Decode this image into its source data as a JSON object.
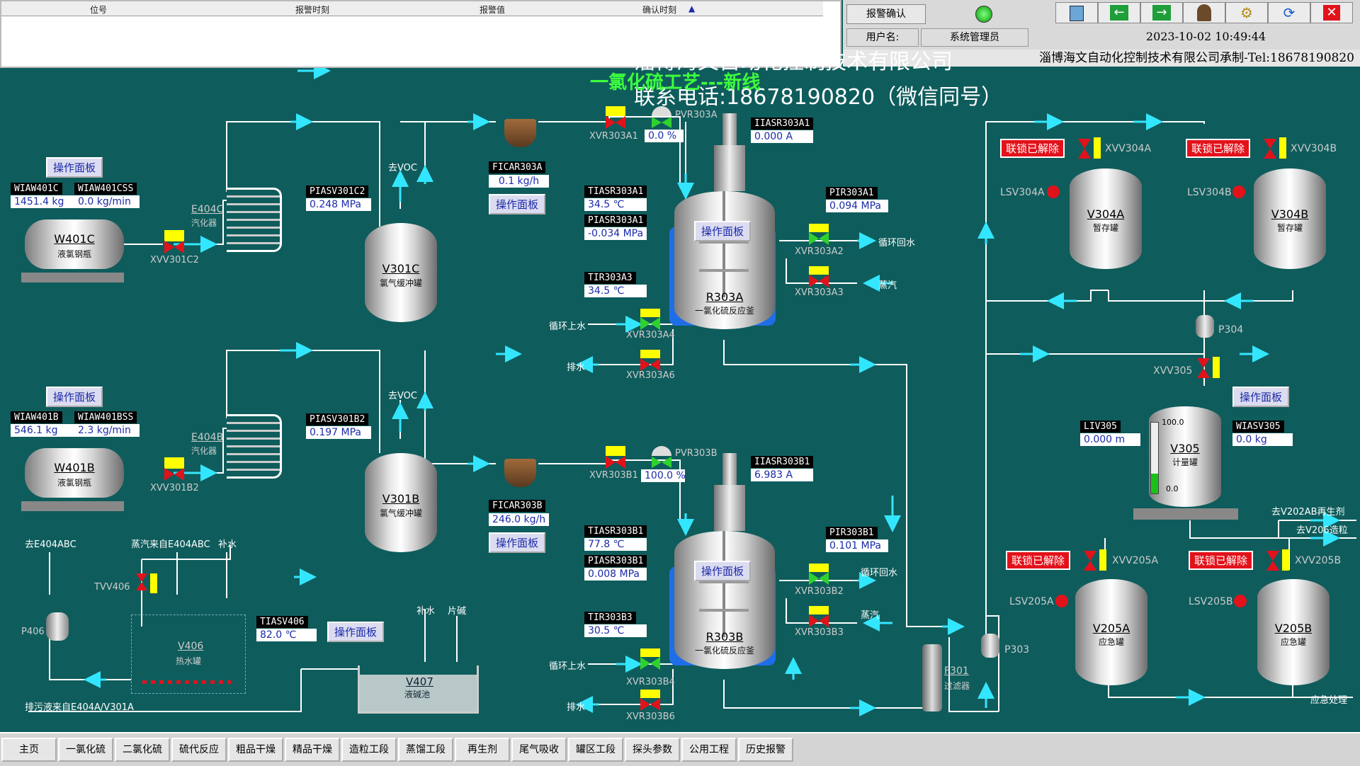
{
  "alarm": {
    "col_tag": "位号",
    "col_time": "报警时刻",
    "col_value": "报警值",
    "col_ack": "确认时刻",
    "ack_button": "报警确认",
    "user_label": "用户名:",
    "user_name": "系统管理员",
    "datetime": "2023-10-02 10:49:44",
    "company_banner": "淄博海文自动化控制技术有限公司承制-Tel:18678190820"
  },
  "watermark": {
    "company": "淄博海文自动化控制技术有限公司",
    "phone": "联系电话:18678190820（微信同号）"
  },
  "title": "一氯化硫工艺---新线",
  "common": {
    "op_panel": "操作面板",
    "lock_released": "联锁已解除"
  },
  "left": {
    "W401C": {
      "name": "W401C",
      "desc": "液氯钢瓶",
      "tag1": "WIAW401C",
      "val1": "1451.4 kg",
      "tag2": "WIAW401CSS",
      "val2": "0.0 kg/min"
    },
    "W401B": {
      "name": "W401B",
      "desc": "液氯钢瓶",
      "tag1": "WIAW401B",
      "val1": "546.1 kg",
      "tag2": "WIAW401BSS",
      "val2": "2.3 kg/min"
    },
    "E404C": {
      "name": "E404C",
      "desc": "汽化器"
    },
    "E404B": {
      "name": "E404B",
      "desc": "汽化器"
    },
    "XVV301C2": "XVV301C2",
    "XVV301B2": "XVV301B2",
    "PIASV301C2": {
      "tag": "PIASV301C2",
      "val": "0.248 MPa"
    },
    "PIASV301B2": {
      "tag": "PIASV301B2",
      "val": "0.197 MPa"
    },
    "V301C": {
      "name": "V301C",
      "desc": "氯气缓冲罐"
    },
    "V301B": {
      "name": "V301B",
      "desc": "氯气缓冲罐"
    },
    "to_voc": "去VOC",
    "to_e404abc": "去E404ABC",
    "steam_from": "蒸汽来自E404ABC",
    "makeup_water": "补水",
    "TVV406": "TVV406",
    "P406": "P406",
    "V406": {
      "name": "V406",
      "desc": "热水罐"
    },
    "TIASV406": {
      "tag": "TIASV406",
      "val": "82.0 ℃"
    },
    "makeup_water2": "补水",
    "caustic": "片碱",
    "V407": {
      "name": "V407",
      "desc": "液碱池"
    },
    "drain_from": "排污液来自E404A/V301A"
  },
  "mid": {
    "FICAR303A": {
      "tag": "FICAR303A",
      "val": "0.1 kg/h"
    },
    "FICAR303B": {
      "tag": "FICAR303B",
      "val": "246.0 kg/h"
    },
    "XVR303A1": "XVR303A1",
    "XVR303B1": "XVR303B1",
    "PVR303A": {
      "tag": "PVR303A",
      "val": "0.0 %"
    },
    "PVR303B": {
      "tag": "PVR303B",
      "val": "100.0 %"
    },
    "IIASR303A1": {
      "tag": "IIASR303A1",
      "val": "0.000 A"
    },
    "IIASR303B1": {
      "tag": "IIASR303B1",
      "val": "6.983 A"
    },
    "TIASR303A1": {
      "tag": "TIASR303A1",
      "val": "34.5 ℃"
    },
    "PIASR303A1": {
      "tag": "PIASR303A1",
      "val": "-0.034 MPa"
    },
    "TIR303A3": {
      "tag": "TIR303A3",
      "val": "34.5 ℃"
    },
    "TIASR303B1": {
      "tag": "TIASR303B1",
      "val": "77.8 ℃"
    },
    "PIASR303B1": {
      "tag": "PIASR303B1",
      "val": "0.008 MPa"
    },
    "TIR303B3": {
      "tag": "TIR303B3",
      "val": "30.5 ℃"
    },
    "PIR303A1": {
      "tag": "PIR303A1",
      "val": "0.094 MPa"
    },
    "PIR303B1": {
      "tag": "PIR303B1",
      "val": "0.101 MPa"
    },
    "R303A": {
      "name": "R303A",
      "desc": "一氯化硫反应釜"
    },
    "R303B": {
      "name": "R303B",
      "desc": "一氯化硫反应釜"
    },
    "XVR303A2": "XVR303A2",
    "XVR303A3": "XVR303A3",
    "XVR303A4": "XVR303A4",
    "XVR303A6": "XVR303A6",
    "XVR303B2": "XVR303B2",
    "XVR303B3": "XVR303B3",
    "XVR303B4": "XVR303B4",
    "XVR303B6": "XVR303B6",
    "return_water": "循环回水",
    "steam": "蒸汽",
    "supply_water": "循环上水",
    "drain": "排水"
  },
  "right": {
    "XVV304A": "XVV304A",
    "XVV304B": "XVV304B",
    "LSV304A": "LSV304A",
    "LSV304B": "LSV304B",
    "V304A": {
      "name": "V304A",
      "desc": "暂存罐"
    },
    "V304B": {
      "name": "V304B",
      "desc": "暂存罐"
    },
    "P304": "P304",
    "XVV305": "XVV305",
    "LIV305": {
      "tag": "LIV305",
      "val": "0.000 m"
    },
    "WIASV305": {
      "tag": "WIASV305",
      "val": "0.0 kg"
    },
    "V305": {
      "name": "V305",
      "desc": "计量罐",
      "top": "100.0",
      "bottom": "0.0"
    },
    "to_v202": "去V202AB再生剂",
    "to_v206": "去V206造粒",
    "XVV205A": "XVV205A",
    "XVV205B": "XVV205B",
    "LSV205A": "LSV205A",
    "LSV205B": "LSV205B",
    "V205A": {
      "name": "V205A",
      "desc": "应急罐"
    },
    "V205B": {
      "name": "V205B",
      "desc": "应急罐"
    },
    "P303": "P303",
    "F301": {
      "name": "F301",
      "desc": "过滤器"
    },
    "emergency": "应急处理"
  },
  "nav": [
    "主页",
    "一氯化硫",
    "二氯化硫",
    "硫代反应",
    "粗品干燥",
    "精品干燥",
    "造粒工段",
    "蒸馏工段",
    "再生剂",
    "尾气吸收",
    "罐区工段",
    "探头参数",
    "公用工程",
    "历史报警"
  ],
  "levels": {
    "V305": 0.28
  }
}
